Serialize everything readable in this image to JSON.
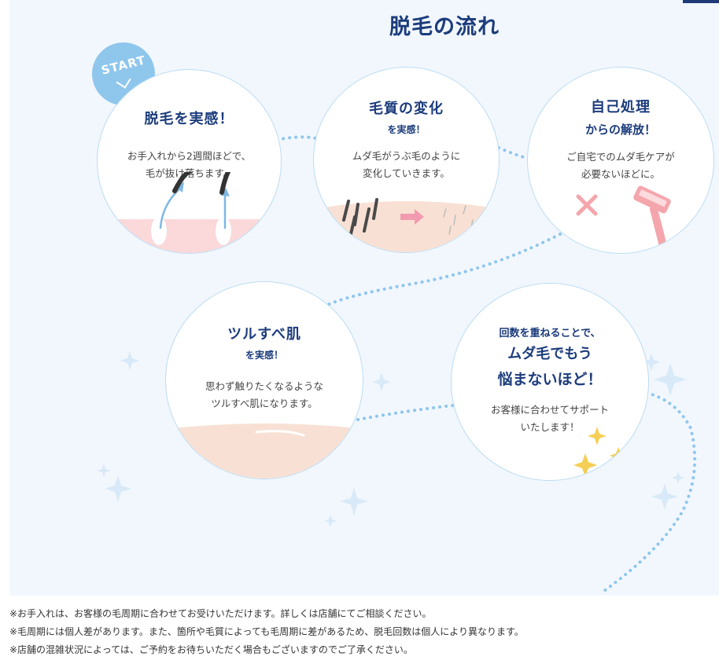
{
  "page": {
    "title": "脱毛の流れ"
  },
  "start_badge": {
    "label": "START"
  },
  "steps": [
    {
      "head": [
        "脱毛を実感！"
      ],
      "desc": [
        "お手入れから2週間ほどで、",
        "毛が抜け落ちます。"
      ]
    },
    {
      "head": [
        "毛質の変化",
        "を実感！"
      ],
      "desc": [
        "ムダ毛がうぶ毛のように",
        "変化していきます。"
      ]
    },
    {
      "head": [
        "自己処理",
        "からの解放！"
      ],
      "desc": [
        "ご自宅でのムダ毛ケアが",
        "必要ないほどに。"
      ]
    },
    {
      "head": [
        "ツルすべ肌",
        "を実感！"
      ],
      "desc": [
        "思わず触りたくなるような",
        "ツルすべ肌になります。"
      ]
    },
    {
      "head": [
        "回数を重ねることで、",
        "ムダ毛でもう",
        "悩まないほど！"
      ],
      "desc": [
        "お客様に合わせてサポート",
        "いたします！"
      ]
    }
  ],
  "notes": [
    "※お手入れは、お客様の毛周期に合わせてお受けいただけます。詳しくは店舗にてご相談ください。",
    "※毛周期には個人差があります。また、箇所や毛質によっても毛周期に差があるため、脱毛回数は個人により異なります。",
    "※店舗の混雑状況によっては、ご予約をお待ちいただく場合もございますのでご了承ください。"
  ],
  "colors": {
    "title": "#1c3c7c",
    "accent": "#8fc6ec",
    "background": "#f1f7fd",
    "skin": "#f8e1d4",
    "pink": "#f6c9cd",
    "razor": "#f4a6ac"
  },
  "icons": [
    "start-chevron-icon",
    "hair-growth-icon",
    "hair-change-icon",
    "cross-mark-icon",
    "razor-icon",
    "smooth-skin-icon",
    "sparkle-icon"
  ]
}
